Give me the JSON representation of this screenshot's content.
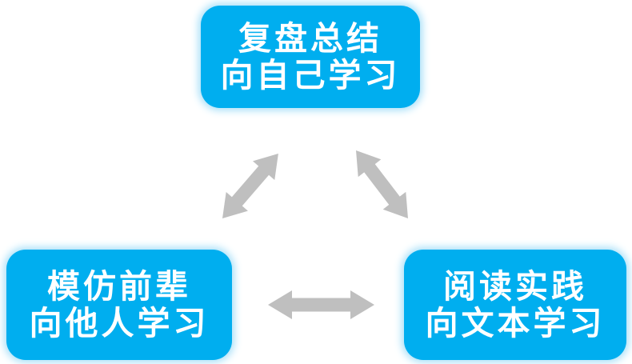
{
  "diagram": {
    "nodes": [
      {
        "id": "self",
        "line1": "复盘总结",
        "line2": "向自己学习"
      },
      {
        "id": "others",
        "line1": "模仿前辈",
        "line2": "向他人学习"
      },
      {
        "id": "text",
        "line1": "阅读实践",
        "line2": "向文本学习"
      }
    ],
    "connectors": [
      {
        "from": "others",
        "to": "self",
        "type": "double-arrow"
      },
      {
        "from": "self",
        "to": "text",
        "type": "double-arrow"
      },
      {
        "from": "others",
        "to": "text",
        "type": "double-arrow"
      }
    ]
  },
  "colors": {
    "box_fill": "#00AEEF",
    "box_glow": "#A6DFF8",
    "box_text": "#FFFFFF",
    "arrow_fill": "#BFBFBF",
    "background": "#FFFFFF"
  }
}
